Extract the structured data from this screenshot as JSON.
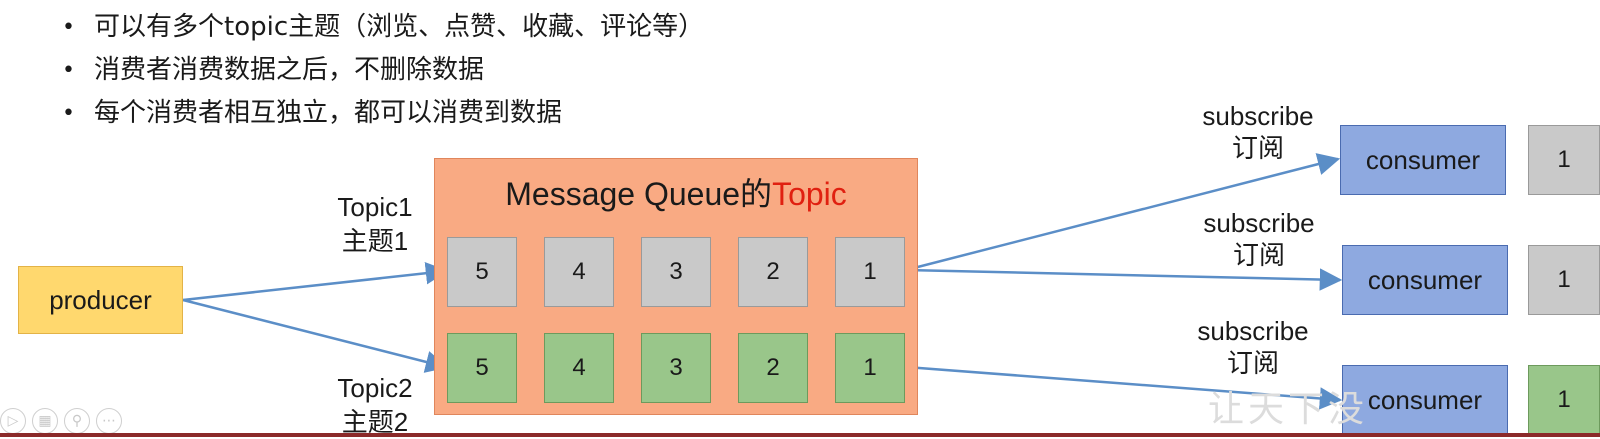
{
  "bullets": [
    "可以有多个topic主题（浏览、点赞、收藏、评论等）",
    "消费者消费数据之后，不删除数据",
    "每个消费者相互独立，都可以消费到数据"
  ],
  "bullet_glyph": "•",
  "producer": {
    "label": "producer"
  },
  "queue": {
    "title_prefix": "Message Queue的",
    "title_highlight": "Topic",
    "highlight_color": "#e02010"
  },
  "topic1": {
    "line1": "Topic1",
    "line2": "主题1",
    "cells": [
      "5",
      "4",
      "3",
      "2",
      "1"
    ]
  },
  "topic2": {
    "line1": "Topic2",
    "line2": "主题2",
    "cells": [
      "5",
      "4",
      "3",
      "2",
      "1"
    ]
  },
  "subscribers": [
    {
      "line1": "subscribe",
      "line2": "订阅",
      "consumer": "consumer",
      "side": "1"
    },
    {
      "line1": "subscribe",
      "line2": "订阅",
      "consumer": "consumer",
      "side": "1"
    },
    {
      "line1": "subscribe",
      "line2": "订阅",
      "consumer": "consumer",
      "side": "1"
    }
  ],
  "colors": {
    "arrow": "#5b8ec7",
    "gray_cell": "#c9c9c9",
    "green_cell": "#99c68a",
    "consumer": "#8ea9e0",
    "producer": "#ffd86e",
    "queue": "#f9aa83"
  },
  "toolbar_icons": [
    "play-icon",
    "slides-icon",
    "zoom-icon",
    "more-icon"
  ],
  "watermark": "让天下没"
}
